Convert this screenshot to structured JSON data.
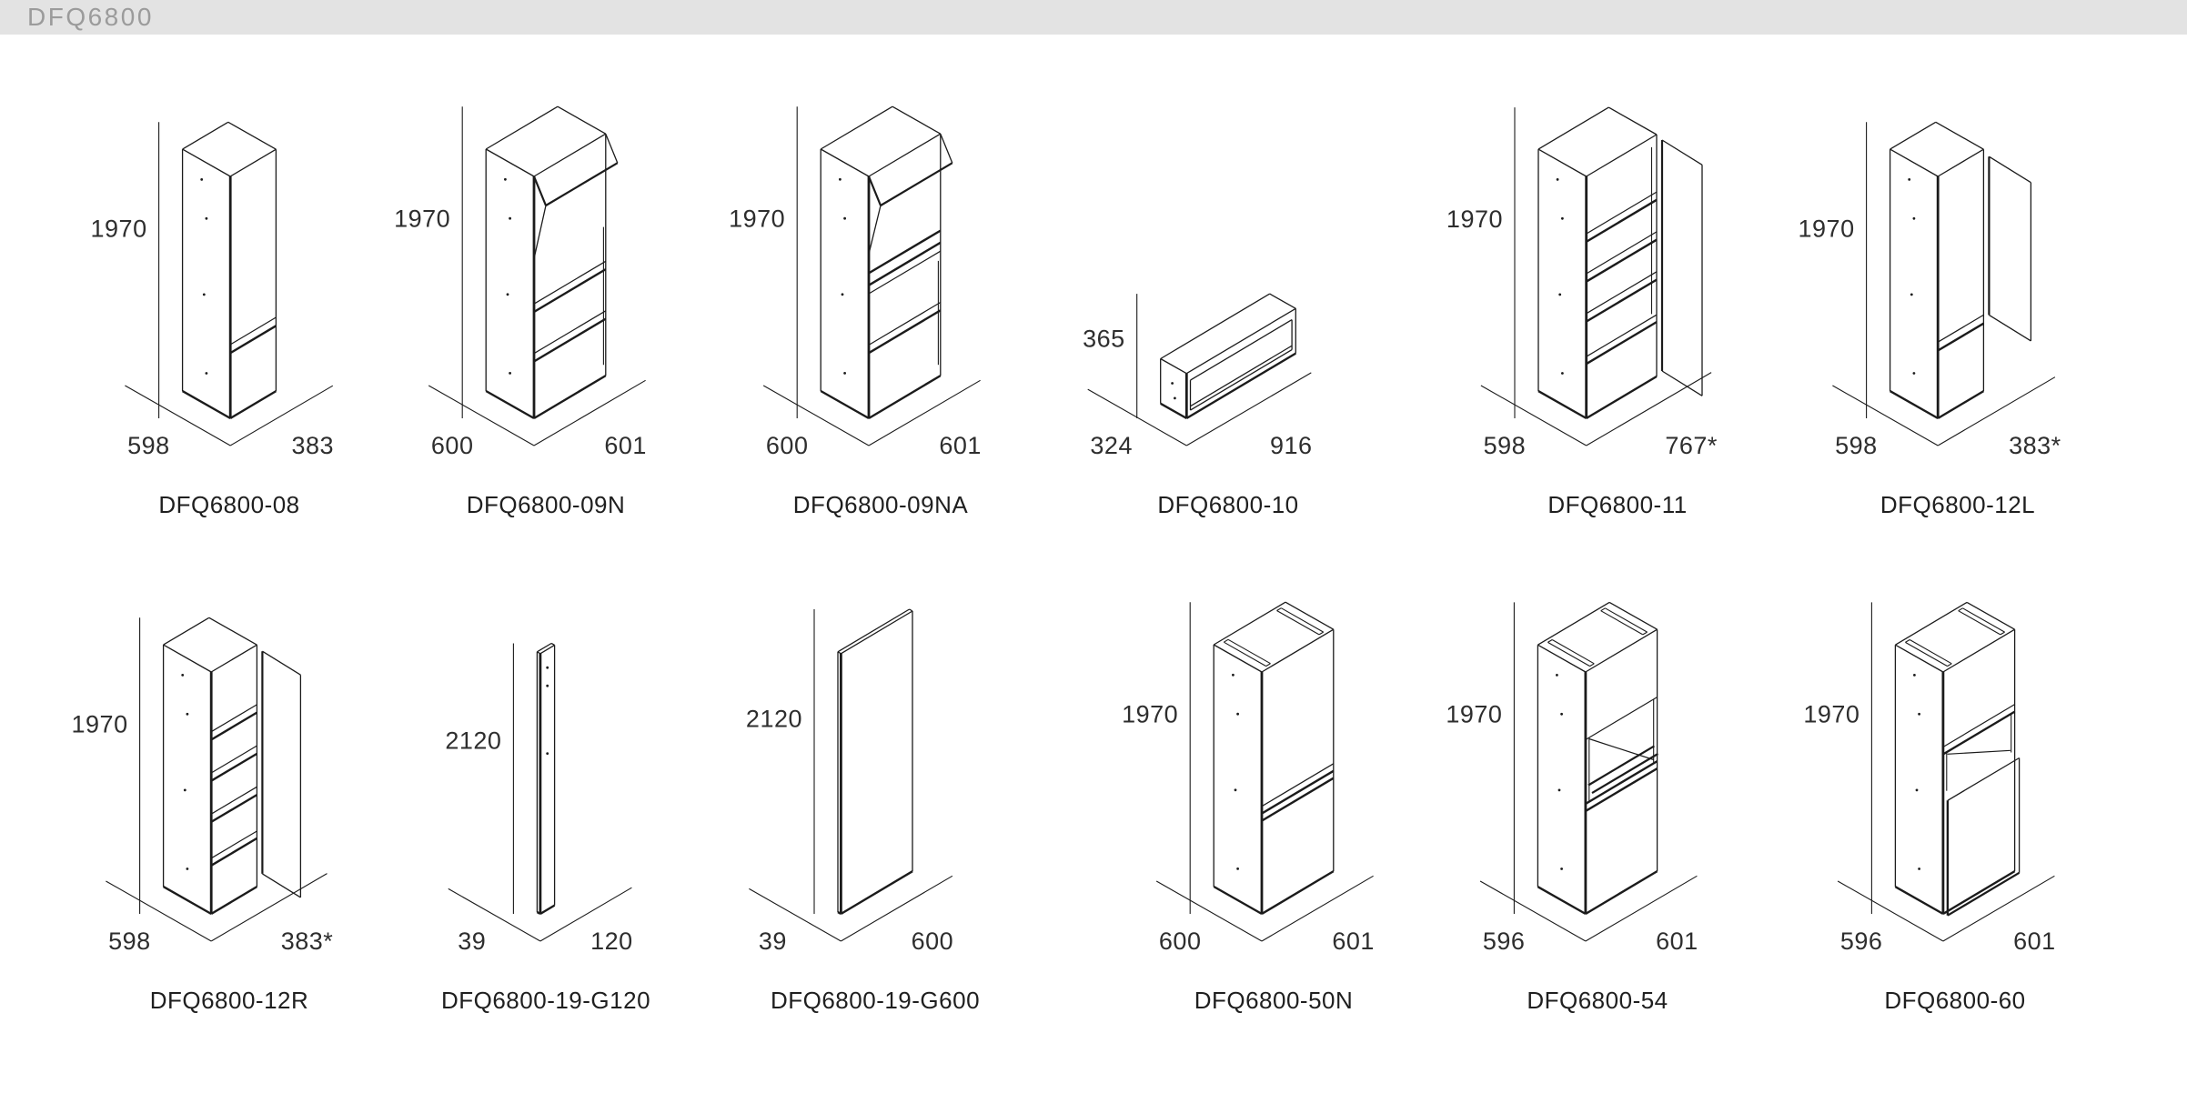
{
  "header": {
    "title": "DFQ6800"
  },
  "colors": {
    "header_bg": "#e3e3e3",
    "header_text": "#9b9b9b",
    "line": "#1b1b1b",
    "dim_text": "#2e2e2e",
    "page_bg": "#ffffff"
  },
  "products": [
    {
      "code": "DFQ6800-08",
      "height": "1970",
      "depth": "598",
      "width": "383",
      "drawing": "tall-cabinet-lower-door"
    },
    {
      "code": "DFQ6800-09N",
      "height": "1970",
      "depth": "600",
      "width": "601",
      "drawing": "tall-cabinet-appliance-hood-open-shelves"
    },
    {
      "code": "DFQ6800-09NA",
      "height": "1970",
      "depth": "600",
      "width": "601",
      "drawing": "tall-cabinet-appliance-hood-drawer"
    },
    {
      "code": "DFQ6800-10",
      "height": "365",
      "depth": "324",
      "width": "916",
      "drawing": "open-wall-box"
    },
    {
      "code": "DFQ6800-11",
      "height": "1970",
      "depth": "598",
      "width": "767*",
      "drawing": "tall-cabinet-open-door-shelves"
    },
    {
      "code": "DFQ6800-12L",
      "height": "1970",
      "depth": "598",
      "width": "383*",
      "drawing": "tall-cabinet-open-door-left"
    },
    {
      "code": "DFQ6800-12R",
      "height": "1970",
      "depth": "598",
      "width": "383*",
      "drawing": "tall-cabinet-open-door-right"
    },
    {
      "code": "DFQ6800-19-G120",
      "height": "2120",
      "depth": "39",
      "width": "120",
      "drawing": "filler-panel"
    },
    {
      "code": "DFQ6800-19-G600",
      "height": "2120",
      "depth": "39",
      "width": "600",
      "drawing": "cover-panel"
    },
    {
      "code": "DFQ6800-50N",
      "height": "1970",
      "depth": "600",
      "width": "601",
      "drawing": "tall-fridge-housing"
    },
    {
      "code": "DFQ6800-54",
      "height": "1970",
      "depth": "596",
      "width": "601",
      "drawing": "tall-oven-housing"
    },
    {
      "code": "DFQ6800-60",
      "height": "1970",
      "depth": "596",
      "width": "601",
      "drawing": "tall-oven-housing-lower-door"
    }
  ]
}
